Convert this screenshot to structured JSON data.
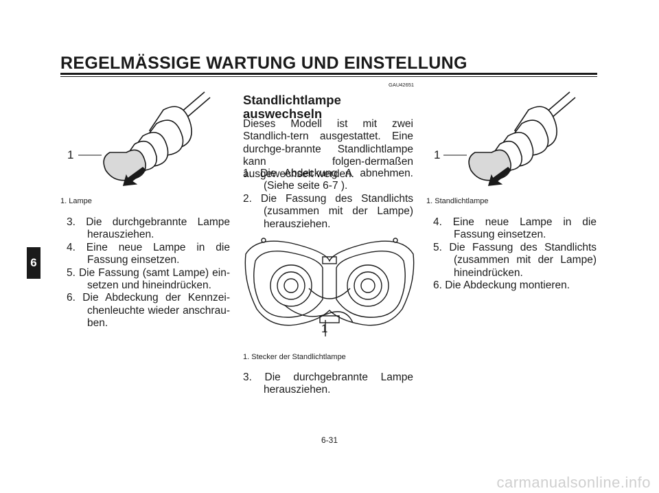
{
  "header": {
    "title": "REGELMÄSSIGE WARTUNG UND EINSTELLUNG"
  },
  "chapter_tab": "6",
  "left": {
    "figure_label": "1",
    "caption": "1. Lampe",
    "steps": [
      "3. Die durchgebrannte Lampe herausziehen.",
      "4. Eine neue Lampe in die Fassung einsetzen.",
      "5. Die Fassung (samt Lampe) ein-setzen und hineindrücken.",
      "6. Die Abdeckung der Kennzei-chenleuchte wieder anschrau-ben."
    ]
  },
  "middle": {
    "code": "GAU42651",
    "title": "Standlichtlampe auswechseln",
    "intro": "Dieses Modell ist mit zwei Standlich-tern ausgestattet. Eine durchge-brannte Standlichtlampe kann folgen-dermaßen ausgewechselt werden.",
    "steps": [
      "1. Die Abdeckung A abnehmen. (Siehe seite 6-7 ).",
      "2. Die Fassung des Standlichts (zusammen mit der Lampe) herausziehen."
    ],
    "figure_label": "1",
    "caption": "1. Stecker der Standlichtlampe",
    "steps2": [
      "3. Die durchgebrannte Lampe herausziehen."
    ]
  },
  "right": {
    "figure_label": "1",
    "caption": "1. Standlichtlampe",
    "steps": [
      "4. Eine neue Lampe in die Fassung einsetzen.",
      "5. Die Fassung des Standlichts (zusammen mit der Lampe) hineindrücken.",
      "6. Die Abdeckung montieren."
    ]
  },
  "footer": {
    "page_number": "6-31",
    "watermark": "carmanualsonline.info"
  }
}
